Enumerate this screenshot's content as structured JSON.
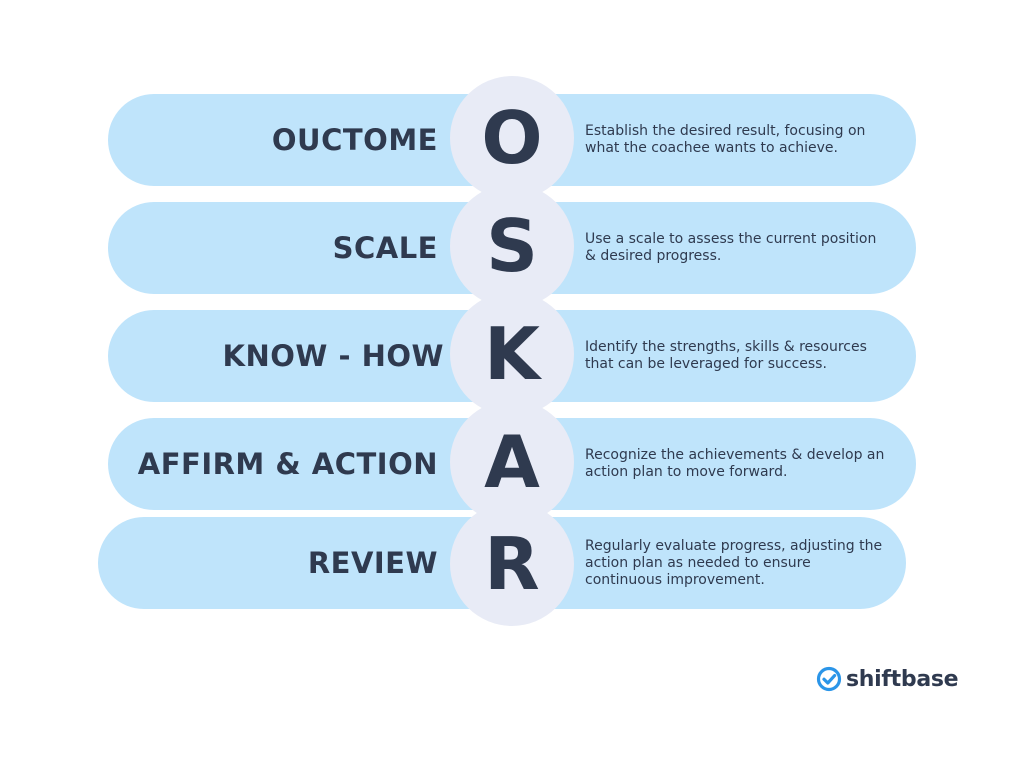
{
  "steps": [
    {
      "letter": "O",
      "term": "OUCTOME",
      "description": "Establish the desired result, focusing on what the coachee wants to achieve."
    },
    {
      "letter": "S",
      "term": "SCALE",
      "description": "Use a scale to assess the current position & desired progress."
    },
    {
      "letter": "K",
      "term": "KNOW - HOW",
      "description": "Identify the strengths, skills & resources that can be leveraged for success."
    },
    {
      "letter": "A",
      "term": "AFFIRM & ACTION",
      "description": "Recognize the achievements & develop an action plan to move forward."
    },
    {
      "letter": "R",
      "term": "REVIEW",
      "description": "Regularly evaluate progress, adjusting the action plan as needed to ensure continuous improvement."
    }
  ],
  "brand": {
    "name": "shiftbase",
    "icon": "checkmark-circle-icon"
  },
  "colors": {
    "pill": "#bfe4fb",
    "circle": "#e8ebf6",
    "text": "#2f3a4f",
    "brand_icon": "#2b95e8"
  }
}
